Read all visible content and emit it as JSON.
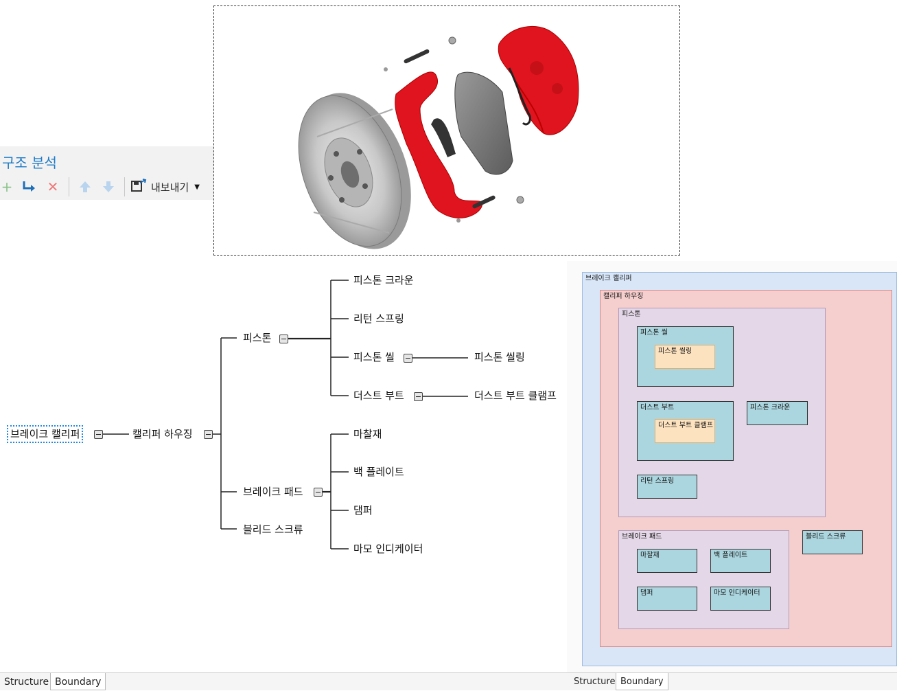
{
  "left_panel": {
    "title": "구조 분석",
    "toolbar": {
      "add_icon": "plus-icon",
      "indent_icon": "indent-arrow-icon",
      "delete_icon": "delete-x-icon",
      "move_up_icon": "arrow-up-icon",
      "move_down_icon": "arrow-down-icon",
      "export_icon": "export-icon",
      "export_label": "내보내기"
    }
  },
  "image": {
    "description_icon": "brake-assembly-exploded-image"
  },
  "tree": {
    "root": "브레이크 캘리퍼",
    "caliper_housing": "캘리퍼 하우징",
    "piston": "피스톤",
    "piston_crown": "피스톤 크라운",
    "return_spring": "리턴 스프링",
    "piston_seal": "피스톤 씰",
    "piston_sealing": "피스톤 씰링",
    "dust_boot": "더스트 부트",
    "dust_boot_clamp": "더스트 부트 클램프",
    "brake_pad": "브레이크 패드",
    "friction_material": "마찰재",
    "back_plate": "백 플레이트",
    "damper": "댐퍼",
    "wear_indicator": "마모 인디케이터",
    "bleed_screw": "블리드 스크류"
  },
  "boundary": {
    "root": "브레이크 캘리퍼",
    "housing": "캘리퍼 하우징",
    "piston": "피스톤",
    "piston_seal": "피스톤 씰",
    "piston_sealing": "피스톤 씰링",
    "dust_boot": "더스트 부트",
    "dust_boot_clamp": "더스트 부트 클램프",
    "piston_crown": "피스톤 크라운",
    "return_spring": "리턴 스프링",
    "brake_pad": "브레이크 패드",
    "friction": "마찰재",
    "back_plate": "백 플레이트",
    "damper": "댐퍼",
    "wear_indicator": "마모 인디케이터",
    "bleed_screw": "블리드 스크류"
  },
  "tabs_left": [
    "Structure",
    "Boundary"
  ],
  "tabs_right": [
    "Structure",
    "Boundary"
  ],
  "colors": {
    "accent": "#1f7bc7",
    "selection": "#1e88e5",
    "caliper_red": "#e0141e"
  }
}
